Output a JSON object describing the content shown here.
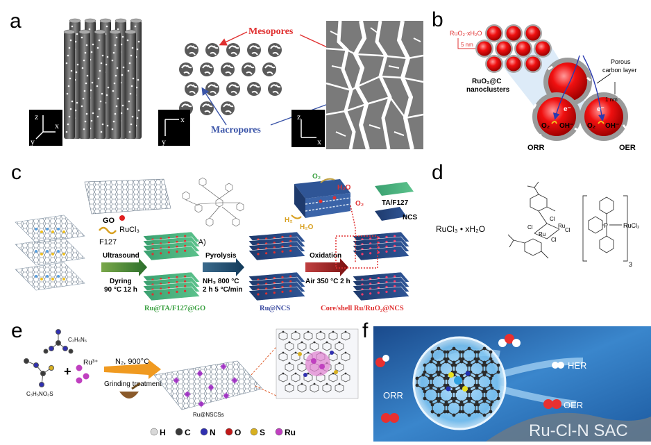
{
  "panels": {
    "a": {
      "letter": "a",
      "mesopores": "Mesopores",
      "macropores": "Macropores",
      "axes": [
        {
          "v": "z",
          "h": "x",
          "d": "y"
        },
        {
          "h": "x",
          "v": "y"
        },
        {
          "v": "z",
          "h": "x"
        }
      ]
    },
    "b": {
      "letter": "b",
      "ruo2_label": "RuO₂·xH₂O",
      "scale_5nm": "5 nm",
      "cluster_label_1": "RuO₂@C",
      "cluster_label_2": "nanoclusters",
      "porous_1": "Porous",
      "porous_2": "carbon layer",
      "scale_1nm": "1 nm",
      "electron": "e⁻",
      "o2": "O₂",
      "oh": "OH⁻",
      "orr": "ORR",
      "oer": "OER"
    },
    "c": {
      "letter": "c",
      "go": "GO",
      "rucl3": "RuCl₃",
      "f127": "F127",
      "ta": "Tannic acid (TA)",
      "ultrasound": "Ultrasound",
      "drying_1": "Dyring",
      "drying_2": "90 °C   12 h",
      "pyrolysis": "Pyrolysis",
      "pyro_1": "NH₃ 800 °C",
      "pyro_2": "2 h   5 °C/min",
      "oxidation": "Oxidation",
      "ox_1": "Air 350 °C 2 h",
      "product_1": "Ru@TA/F127@GO",
      "product_2": "Ru@NCS",
      "product_3": "Core/shell Ru/RuO₂@NCS",
      "o2": "O₂",
      "h2o": "H₂O",
      "h2": "H₂",
      "legend_ta": "TA/F127",
      "legend_ncs": "NCS"
    },
    "d": {
      "letter": "d",
      "rucl3": "RuCl₃ • xH₂O",
      "cl": "Cl",
      "ru": "Ru",
      "rucl2": "RuCl₂",
      "p": "P",
      "sub3": "3"
    },
    "e": {
      "letter": "e",
      "precursor_1": "C₃H₆N₆",
      "precursor_2": "C₃H₅NO₃S",
      "plus": "+",
      "ru3": "Ru³⁺",
      "n2": "N₂, 900°C",
      "grinding": "Grinding treatment",
      "product": "Ru@NSCSs",
      "legend": [
        {
          "sym": "H",
          "color": "#d8d8d8"
        },
        {
          "sym": "C",
          "color": "#3a3a3a"
        },
        {
          "sym": "N",
          "color": "#3030b0"
        },
        {
          "sym": "O",
          "color": "#c01818"
        },
        {
          "sym": "S",
          "color": "#d8b020"
        },
        {
          "sym": "Ru",
          "color": "#c040c0"
        }
      ]
    },
    "f": {
      "letter": "f",
      "orr": "ORR",
      "her": "HER",
      "oer": "OER",
      "title": "Ru-Cl-N SAC"
    }
  }
}
